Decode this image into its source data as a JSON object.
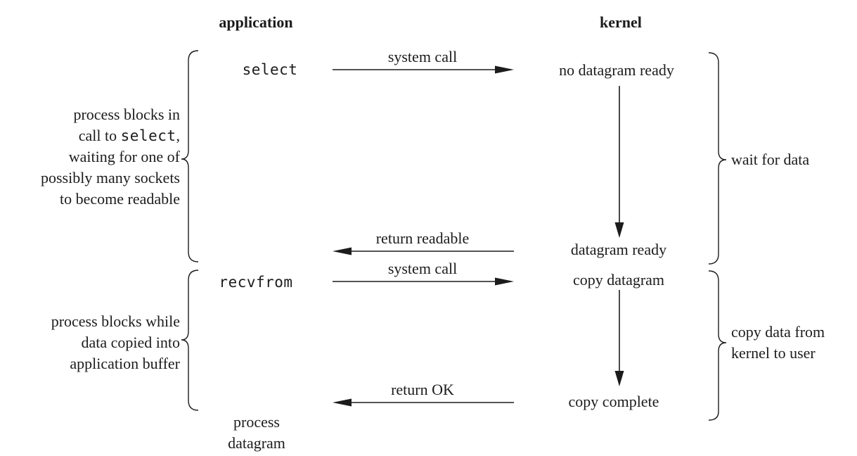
{
  "headers": {
    "application": "application",
    "kernel": "kernel"
  },
  "application_column": {
    "select_call": "select",
    "recvfrom_call": "recvfrom",
    "process_datagram": "process datagram"
  },
  "kernel_column": {
    "no_datagram_ready": "no datagram ready",
    "datagram_ready": "datagram ready",
    "copy_datagram": "copy datagram",
    "copy_complete": "copy complete"
  },
  "arrow_labels": {
    "system_call": "system call",
    "return_readable": "return readable",
    "return_ok": "return OK"
  },
  "left_notes": {
    "select_note": {
      "line1": "process blocks in",
      "line2_prefix": "call to ",
      "line2_code": "select",
      "line2_suffix": ",",
      "line3": "waiting for one of",
      "line4": "possibly many sockets",
      "line5": "to become readable"
    },
    "recvfrom_note": {
      "line1": "process blocks while",
      "line2": "data copied into",
      "line3": "application buffer"
    }
  },
  "right_notes": {
    "wait_for_data": "wait for data",
    "copy_data": {
      "line1": "copy data from",
      "line2": "kernel to user"
    }
  },
  "colors": {
    "ink": "#1c1c1c",
    "background": "#ffffff"
  }
}
